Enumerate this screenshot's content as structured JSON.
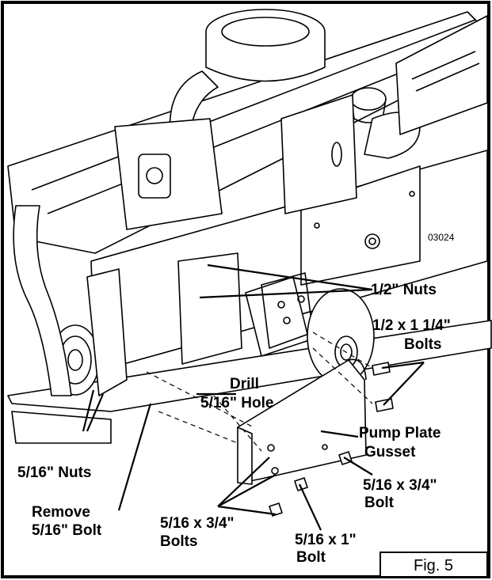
{
  "figure": {
    "drawing_number": "03024",
    "caption": "Fig. 5"
  },
  "callouts": {
    "half_inch_nuts": "1/2\" Nuts",
    "bolts_half_size": "1/2 x 1 1/4\"",
    "bolts_half_word": "Bolts",
    "drill_1": "Drill",
    "drill_2": "5/16\" Hole",
    "pump_plate_1": "Pump Plate",
    "pump_plate_2": "Gusset",
    "nuts_5_16": "5/16\" Nuts",
    "remove_1": "Remove",
    "remove_2": "5/16\" Bolt",
    "bolts_3_4_size": "5/16 x 3/4\"",
    "bolts_3_4_word": "Bolts",
    "bolt_1in_size": "5/16 x 1\"",
    "bolt_1in_word": "Bolt",
    "bolt_3_4_size": "5/16 x 3/4\"",
    "bolt_3_4_word": "Bolt"
  }
}
